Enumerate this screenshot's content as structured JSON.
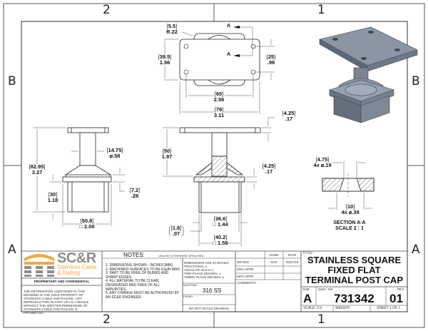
{
  "zones": {
    "top": [
      "2",
      "1"
    ],
    "bottom": [
      "2",
      "1"
    ],
    "left": [
      "B",
      "A"
    ],
    "right": [
      "B",
      "A"
    ]
  },
  "section_marker": "A",
  "dimensions": {
    "top_view": [
      {
        "mm": "5.5",
        "inch": "R.22"
      },
      {
        "mm": "39.5",
        "inch": "1.56"
      },
      {
        "mm": "25",
        "inch": ".98"
      },
      {
        "mm": "65",
        "inch": "2.56"
      },
      {
        "mm": "79",
        "inch": "3.11"
      },
      {
        "mm": "4.25",
        "inch": ".17"
      }
    ],
    "front_view": [
      {
        "mm": "82.95",
        "inch": "3.27"
      },
      {
        "mm": "14.75",
        "inch": "⌀.58"
      },
      {
        "mm": "30",
        "inch": "1.18"
      },
      {
        "mm": "7.2",
        "inch": ".28"
      },
      {
        "mm": "50.8",
        "inch": "□ 2.00"
      }
    ],
    "side_view": [
      {
        "mm": "50",
        "inch": "1.97"
      },
      {
        "mm": "4.25",
        "inch": ".17"
      },
      {
        "mm": "36.6",
        "inch": "□ 1.44"
      },
      {
        "mm": "1.8",
        "inch": ".07"
      },
      {
        "mm": "40.2",
        "inch": "□ 1.58"
      }
    ],
    "section_view": [
      {
        "mm": "4.75",
        "inch": "4x ⌀.19"
      },
      {
        "mm": "10",
        "inch": "4x ⌀.39"
      }
    ]
  },
  "section_label": "SECTION A-A",
  "section_scale": "SCALE 2 : 1",
  "logo": {
    "name": "SC&R",
    "line1": "Stainless Cable",
    "line2": "& Railing"
  },
  "proprietary": {
    "heading": "PROPRIETARY AND CONFIDENTIAL",
    "body": "THE INFORMATION CONTAINED IN THIS DRAWING IS THE SOLE PROPERTY OF STAINLESS CABLE AND RAILING. ANY REPRODUCTION IN PART OR AS A WHOLE WITHOUT THE WRITTEN PERMISSION OF STAINLESS CABLE AND RAILING IS PROHIBITED."
  },
  "notes": {
    "heading": "NOTES:",
    "subheading": "UNLESS OTHERWISE SPECIFIED",
    "items": [
      "1. DIMENSIONS SHOWN - INCHES [MM]",
      "2. MACHINED SURFACES TO BE 63μIN MAX.",
      "3. PART TO BE FREE OF BURRS AND SHARP EDGES.",
      "4. ALL MATERIAL TO BE CLEAN, DEGREASED AND FREE OF ALL IMPURITIES.",
      "5. ANY CHANGE MUST BE AUTHORIZED BY AN SC&R ENGINEER."
    ]
  },
  "tolerances": {
    "heading": "DIMENSIONS ARE IN INCHES",
    "rows": [
      "FRACTIONAL ±",
      "ANGULAR: MACH ±",
      "TWO PLACE DECIMAL ±",
      "THREE PLACE DECIMAL ±"
    ],
    "material_label": "MATERIAL",
    "material": "316 SS",
    "finish_label": "FINISH",
    "do_not_scale": "DO NOT SCALE DRAWING"
  },
  "approvals": {
    "headers": [
      "NAME",
      "DATE"
    ],
    "rows": [
      {
        "label": "DRAWN",
        "name": "SCR",
        "date": "03/27/18"
      },
      {
        "label": "ENG APPR.",
        "name": "",
        "date": ""
      },
      {
        "label": "MFG APPR.",
        "name": "",
        "date": ""
      }
    ],
    "comments_label": "COMMENTS:"
  },
  "title_block": {
    "title_label": "TITLE:",
    "title_lines": [
      "STAINLESS SQUARE",
      "FIXED FLAT",
      "TERMINAL POST CAP"
    ],
    "size_label": "SIZE",
    "size": "A",
    "dwg_label": "DWG.  NO.",
    "dwg_no": "731342",
    "rev_label": "REV",
    "rev": "01",
    "scale": "SCALE: 2:3",
    "weight": "WEIGHT:",
    "sheet": "SHEET 1 OF 1"
  },
  "colors": {
    "brand_orange": "#f2a93b",
    "brand_gray": "#8c8c8c",
    "part_gray": "#7d8796"
  }
}
